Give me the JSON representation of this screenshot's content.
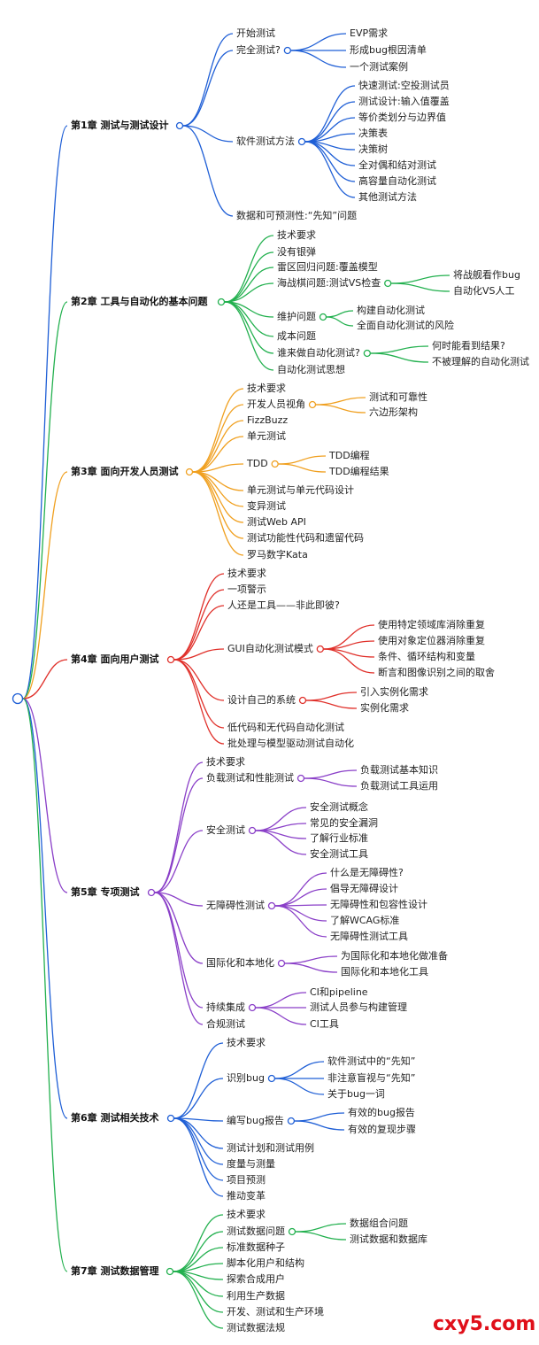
{
  "watermark": "cxy5.com",
  "colors": {
    "ch1": "#1f5fd6",
    "ch2": "#22b04e",
    "ch3": "#f0a020",
    "ch4": "#e0302a",
    "ch5": "#8a3fc8",
    "ch6": "#1f5fd6",
    "ch7": "#22b04e"
  },
  "chapters": [
    {
      "id": "ch1",
      "label": "第1章 测试与测试设计",
      "children": [
        {
          "label": "开始测试"
        },
        {
          "label": "完全测试?",
          "children": [
            {
              "label": "EVP需求"
            },
            {
              "label": "形成bug根因清单"
            },
            {
              "label": "一个测试案例"
            }
          ]
        },
        {
          "label": "软件测试方法",
          "children": [
            {
              "label": "快速测试:空投测试员"
            },
            {
              "label": "测试设计:输入值覆盖"
            },
            {
              "label": "等价类划分与边界值"
            },
            {
              "label": "决策表"
            },
            {
              "label": "决策树"
            },
            {
              "label": "全对偶和结对测试"
            },
            {
              "label": "高容量自动化测试"
            },
            {
              "label": "其他测试方法"
            }
          ]
        },
        {
          "label": "数据和可预测性:“先知”问题"
        }
      ]
    },
    {
      "id": "ch2",
      "label": "第2章 工具与自动化的基本问题",
      "children": [
        {
          "label": "技术要求"
        },
        {
          "label": "没有银弹"
        },
        {
          "label": "雷区回归问题:覆盖模型"
        },
        {
          "label": "海战棋问题:测试VS检查",
          "children": [
            {
              "label": "将战舰看作bug"
            },
            {
              "label": "自动化VS人工"
            }
          ]
        },
        {
          "label": "维护问题",
          "children": [
            {
              "label": "构建自动化测试"
            },
            {
              "label": "全面自动化测试的风险"
            }
          ]
        },
        {
          "label": "成本问题"
        },
        {
          "label": "谁来做自动化测试?",
          "children": [
            {
              "label": "何时能看到结果?"
            },
            {
              "label": "不被理解的自动化测试"
            }
          ]
        },
        {
          "label": "自动化测试思想"
        }
      ]
    },
    {
      "id": "ch3",
      "label": "第3章 面向开发人员测试",
      "children": [
        {
          "label": "技术要求"
        },
        {
          "label": "开发人员视角",
          "children": [
            {
              "label": "测试和可靠性"
            },
            {
              "label": "六边形架构"
            }
          ]
        },
        {
          "label": "FizzBuzz"
        },
        {
          "label": "单元测试"
        },
        {
          "label": "TDD",
          "children": [
            {
              "label": "TDD编程"
            },
            {
              "label": "TDD编程结果"
            }
          ]
        },
        {
          "label": "单元测试与单元代码设计"
        },
        {
          "label": "变异测试"
        },
        {
          "label": "测试Web API"
        },
        {
          "label": "测试功能性代码和遗留代码"
        },
        {
          "label": "罗马数字Kata"
        }
      ]
    },
    {
      "id": "ch4",
      "label": "第4章 面向用户测试",
      "children": [
        {
          "label": "技术要求"
        },
        {
          "label": "一项警示"
        },
        {
          "label": "人还是工具——非此即彼?"
        },
        {
          "label": "GUI自动化测试模式",
          "children": [
            {
              "label": "使用特定领域库消除重复"
            },
            {
              "label": "使用对象定位器消除重复"
            },
            {
              "label": "条件、循环结构和变量"
            },
            {
              "label": "断言和图像识别之间的取舍"
            }
          ]
        },
        {
          "label": "设计自己的系统",
          "children": [
            {
              "label": "引入实例化需求"
            },
            {
              "label": "实例化需求"
            }
          ]
        },
        {
          "label": "低代码和无代码自动化测试"
        },
        {
          "label": "批处理与模型驱动测试自动化"
        }
      ]
    },
    {
      "id": "ch5",
      "label": "第5章 专项测试",
      "children": [
        {
          "label": "技术要求"
        },
        {
          "label": "负载测试和性能测试",
          "children": [
            {
              "label": "负载测试基本知识"
            },
            {
              "label": "负载测试工具运用"
            }
          ]
        },
        {
          "label": "安全测试",
          "children": [
            {
              "label": "安全测试概念"
            },
            {
              "label": "常见的安全漏洞"
            },
            {
              "label": "了解行业标准"
            },
            {
              "label": "安全测试工具"
            }
          ]
        },
        {
          "label": "无障碍性测试",
          "children": [
            {
              "label": "什么是无障碍性?"
            },
            {
              "label": "倡导无障碍设计"
            },
            {
              "label": "无障碍性和包容性设计"
            },
            {
              "label": "了解WCAG标准"
            },
            {
              "label": "无障碍性测试工具"
            }
          ]
        },
        {
          "label": "国际化和本地化",
          "children": [
            {
              "label": "为国际化和本地化做准备"
            },
            {
              "label": "国际化和本地化工具"
            }
          ]
        },
        {
          "label": "持续集成",
          "children": [
            {
              "label": "CI和pipeline"
            },
            {
              "label": "测试人员参与构建管理"
            },
            {
              "label": "CI工具"
            }
          ]
        },
        {
          "label": "合规测试"
        }
      ]
    },
    {
      "id": "ch6",
      "label": "第6章 测试相关技术",
      "children": [
        {
          "label": "技术要求"
        },
        {
          "label": "识别bug",
          "children": [
            {
              "label": "软件测试中的“先知”"
            },
            {
              "label": "非注意盲视与“先知”"
            },
            {
              "label": "关于bug一词"
            }
          ]
        },
        {
          "label": "编写bug报告",
          "children": [
            {
              "label": "有效的bug报告"
            },
            {
              "label": "有效的复现步骤"
            }
          ]
        },
        {
          "label": "测试计划和测试用例"
        },
        {
          "label": "度量与测量"
        },
        {
          "label": "项目预测"
        },
        {
          "label": "推动变革"
        }
      ]
    },
    {
      "id": "ch7",
      "label": "第7章 测试数据管理",
      "children": [
        {
          "label": "技术要求"
        },
        {
          "label": "测试数据问题",
          "children": [
            {
              "label": "数据组合问题"
            },
            {
              "label": "测试数据和数据库"
            }
          ]
        },
        {
          "label": "标准数据种子"
        },
        {
          "label": "脚本化用户和结构"
        },
        {
          "label": "探索合成用户"
        },
        {
          "label": "利用生产数据"
        },
        {
          "label": "开发、测试和生产环境"
        },
        {
          "label": "测试数据法规"
        }
      ]
    }
  ]
}
